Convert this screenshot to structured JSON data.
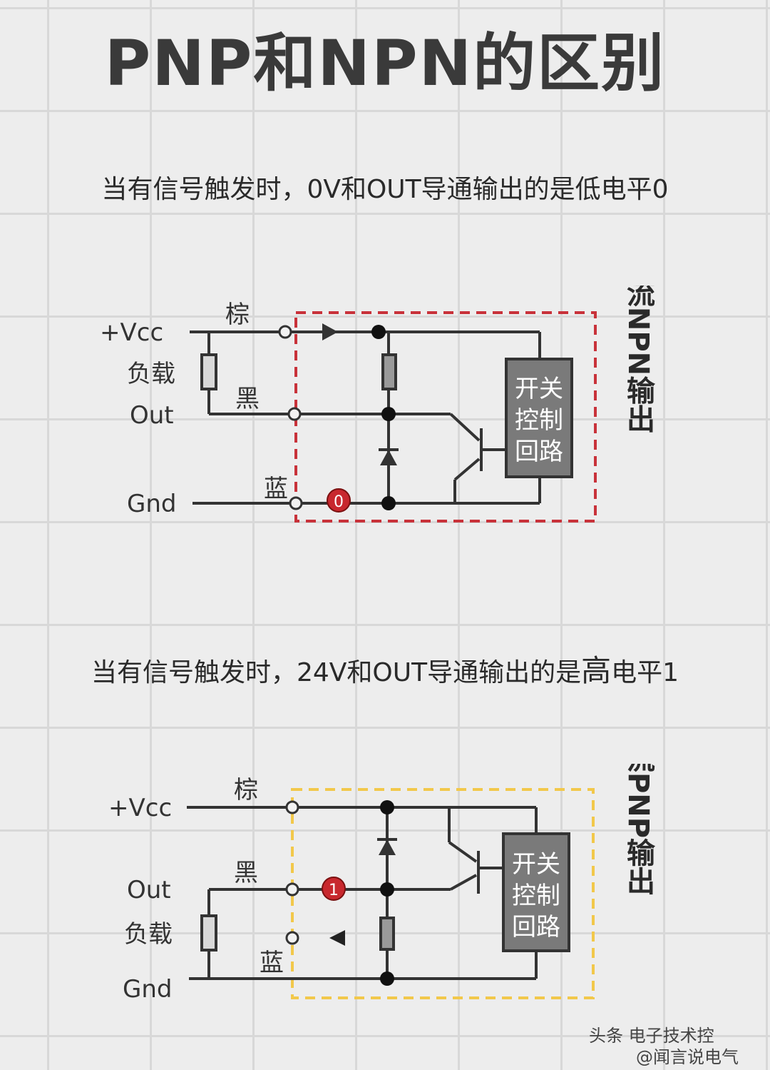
{
  "title": "PNP和NPN的区别",
  "npn": {
    "caption": "当有信号触发时，0V和OUT导通输出的是低电平0",
    "vcc": "+Vcc",
    "load": "负载",
    "out": "Out",
    "gnd": "Gnd",
    "wire_brown": "棕",
    "wire_black": "黑",
    "wire_blue": "蓝",
    "signal": "0",
    "box_line1": "开关",
    "box_line2": "控制",
    "box_line3": "回路",
    "side_label": "直流NPN输出",
    "frame_color": "#c8323a"
  },
  "pnp": {
    "caption_pre": "当有信号触发时，24V和OUT导通输出的是",
    "caption_hi": "高",
    "caption_post": "电平1",
    "vcc": "+Vcc",
    "out": "Out",
    "load": "负载",
    "gnd": "Gnd",
    "wire_brown": "棕",
    "wire_black": "黑",
    "wire_blue": "蓝",
    "signal": "1",
    "box_line1": "开关",
    "box_line2": "控制",
    "box_line3": "回路",
    "side_label": "直流PNP输出",
    "frame_color": "#f2c84b"
  },
  "watermark": {
    "source": "头条",
    "account_top": "电子技术控",
    "account_bottom": "@闻言说电气"
  }
}
